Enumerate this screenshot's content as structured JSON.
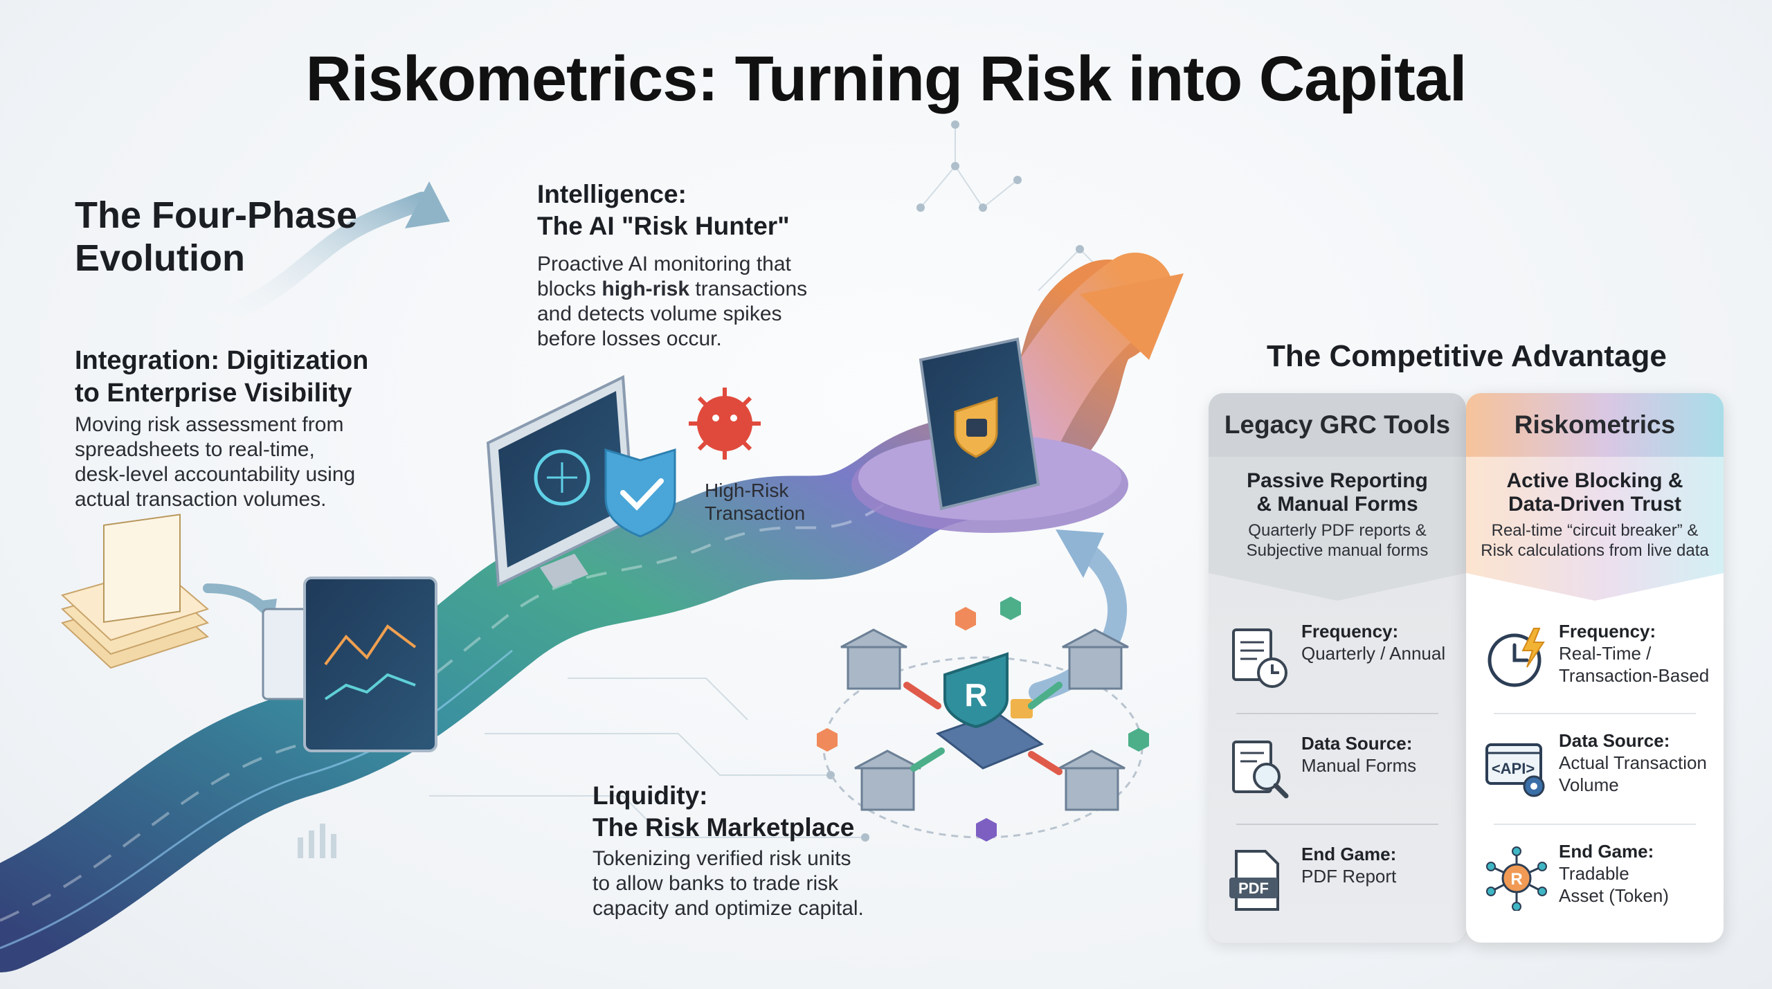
{
  "title": "Riskometrics: Turning Risk into Capital",
  "phases_heading": "The Four-Phase Evolution",
  "integration": {
    "heading_line1": "Integration: Digitization",
    "heading_line2": "to Enterprise Visibility",
    "body_line1": "Moving risk assessment from",
    "body_line2": "spreadsheets to real-time,",
    "body_line3": "desk-level accountability using",
    "body_line4": "actual transaction volumes."
  },
  "intelligence": {
    "heading_line1": "Intelligence:",
    "heading_line2": "The AI \"Risk Hunter\"",
    "body_line1": "Proactive AI monitoring that",
    "body_line2_pre": "blocks ",
    "body_line2_bold": "high-risk",
    "body_line2_post": " transactions",
    "body_line3": "and detects volume spikes",
    "body_line4": "before losses occur.",
    "virus_label_line1": "High-Risk",
    "virus_label_line2": "Transaction"
  },
  "liquidity": {
    "heading_line1": "Liquidity:",
    "heading_line2": "The Risk Marketplace",
    "body_line1": "Tokenizing verified risk units",
    "body_line2": "to allow banks to trade risk",
    "body_line3": "capacity and optimize capital."
  },
  "diagram_glyphs": {
    "token": "R",
    "api": "<API>",
    "pdf": "PDF"
  },
  "competitive": {
    "title": "The Competitive Advantage",
    "legacy": {
      "header": "Legacy GRC Tools",
      "sub_title_line1": "Passive Reporting",
      "sub_title_line2": "& Manual Forms",
      "sub_desc_line1": "Quarterly PDF reports &",
      "sub_desc_line2": "Subjective manual forms",
      "rows": [
        {
          "icon": "calendar-document-icon",
          "label": "Frequency:",
          "value_line1": "Quarterly / Annual",
          "value_line2": ""
        },
        {
          "icon": "magnifier-form-icon",
          "label": "Data Source:",
          "value_line1": "Manual Forms",
          "value_line2": ""
        },
        {
          "icon": "pdf-file-icon",
          "label": "End Game:",
          "value_line1": "PDF Report",
          "value_line2": ""
        }
      ]
    },
    "riskometrics": {
      "header": "Riskometrics",
      "sub_title_line1": "Active Blocking &",
      "sub_title_line2": "Data-Driven Trust",
      "sub_desc_line1": "Real-time “circuit breaker” &",
      "sub_desc_line2": "Risk calculations from live data",
      "rows": [
        {
          "icon": "lightning-clock-icon",
          "label": "Frequency:",
          "value_line1": "Real-Time /",
          "value_line2": "Transaction-Based",
          "value_line3": ""
        },
        {
          "icon": "api-gear-icon",
          "label": "Data Source:",
          "value_line1": "Actual Transaction",
          "value_line2": "Volume",
          "value_line3": ""
        },
        {
          "icon": "token-network-icon",
          "label": "End Game:",
          "value_line1": "Tradable",
          "value_line2": "Asset (Token)",
          "value_line3": ""
        }
      ]
    }
  },
  "colors": {
    "path_start": "#3b4a7a",
    "path_mid": "#3fa58a",
    "path_end": "#e8894a",
    "accent_orange": "#f09a55",
    "accent_teal": "#3fb6c4"
  }
}
